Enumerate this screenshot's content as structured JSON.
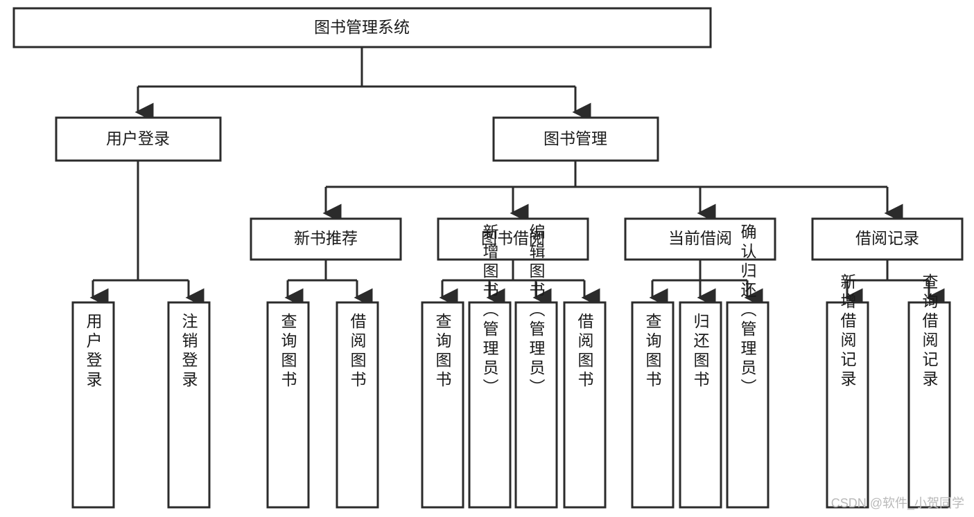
{
  "diagram": {
    "type": "hierarchy-tree",
    "title": "图书管理系统",
    "watermark": "CSDN @软件_小贺同学",
    "levels": {
      "root": {
        "label": "图书管理系统"
      },
      "level2": [
        {
          "label": "用户登录"
        },
        {
          "label": "图书管理"
        }
      ],
      "level3": [
        {
          "label": "新书推荐"
        },
        {
          "label": "图书借阅"
        },
        {
          "label": "当前借阅"
        },
        {
          "label": "借阅记录"
        }
      ],
      "leaves": [
        {
          "label": "用户登录",
          "parent": "用户登录"
        },
        {
          "label": "注销登录",
          "parent": "用户登录"
        },
        {
          "label": "查询图书",
          "parent": "新书推荐"
        },
        {
          "label": "借阅图书",
          "parent": "新书推荐"
        },
        {
          "label": "查询图书",
          "parent": "图书借阅"
        },
        {
          "label": "新增图书（管理员）",
          "parent": "图书借阅"
        },
        {
          "label": "编辑图书（管理员）",
          "parent": "图书借阅"
        },
        {
          "label": "借阅图书",
          "parent": "图书借阅"
        },
        {
          "label": "查询图书",
          "parent": "当前借阅"
        },
        {
          "label": "归还图书",
          "parent": "当前借阅"
        },
        {
          "label": "确认归还（管理员）",
          "parent": "当前借阅"
        },
        {
          "label": "新增借阅记录",
          "parent": "借阅记录"
        },
        {
          "label": "查询借阅记录",
          "parent": "借阅记录"
        }
      ]
    },
    "colors": {
      "box_stroke": "#2b2b2b",
      "box_fill": "#ffffff",
      "connector": "#2b2b2b",
      "text": "#1a1a1a",
      "watermark": "#b9b9b9",
      "background": "#ffffff"
    }
  }
}
